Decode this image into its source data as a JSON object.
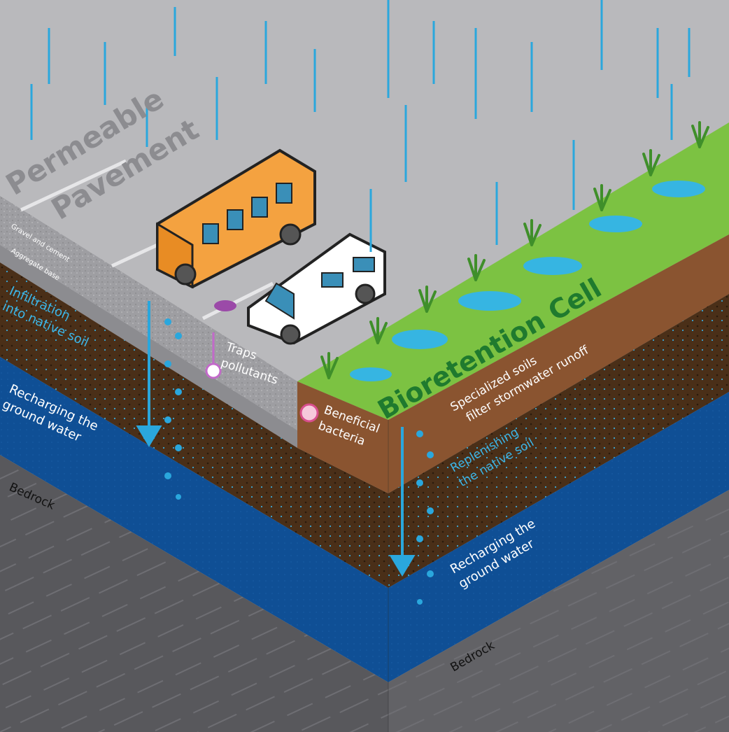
{
  "permeable": {
    "title_line1": "Permeable",
    "title_line2": "Pavement",
    "layer_gravel": "Gravel and cement",
    "layer_aggregate": "Aggregate base",
    "infiltration_line1": "Infiltration",
    "infiltration_line2": "into native soil",
    "recharge_line1": "Recharging the",
    "recharge_line2": "ground water",
    "traps_line1": "Traps",
    "traps_line2": "pollutants",
    "bedrock": "Bedrock"
  },
  "bioretention": {
    "title": "Bioretention Cell",
    "soils_line1": "Specialized soils",
    "soils_line2": "filter stormwater runoff",
    "bacteria_line1": "Beneficial",
    "bacteria_line2": "bacteria",
    "replenish_line1": "Replenishing",
    "replenish_line2": "the native soil",
    "recharge_line1": "Recharging the",
    "recharge_line2": "ground water",
    "bedrock": "Bedrock"
  },
  "colors": {
    "sky": "#b9b9bc",
    "rain": "#2aa7dd",
    "pavement": "#b1b1b4",
    "soil": "#5a3a1e",
    "specialized_soil": "#8a5430",
    "groundwater": "#0f4f95",
    "bedrock": "#5b5b5f",
    "grass": "#7cc242",
    "text_green": "#1f7a2e",
    "text_cyan": "#3cb6e8",
    "bus": "#f4a240",
    "van": "#ffffff"
  },
  "icons": [
    "rain-icon",
    "water-drop-icon",
    "bus-icon",
    "van-icon",
    "plant-icon",
    "puddle-icon",
    "pollutant-icon",
    "bacteria-icon",
    "down-arrow-icon"
  ]
}
